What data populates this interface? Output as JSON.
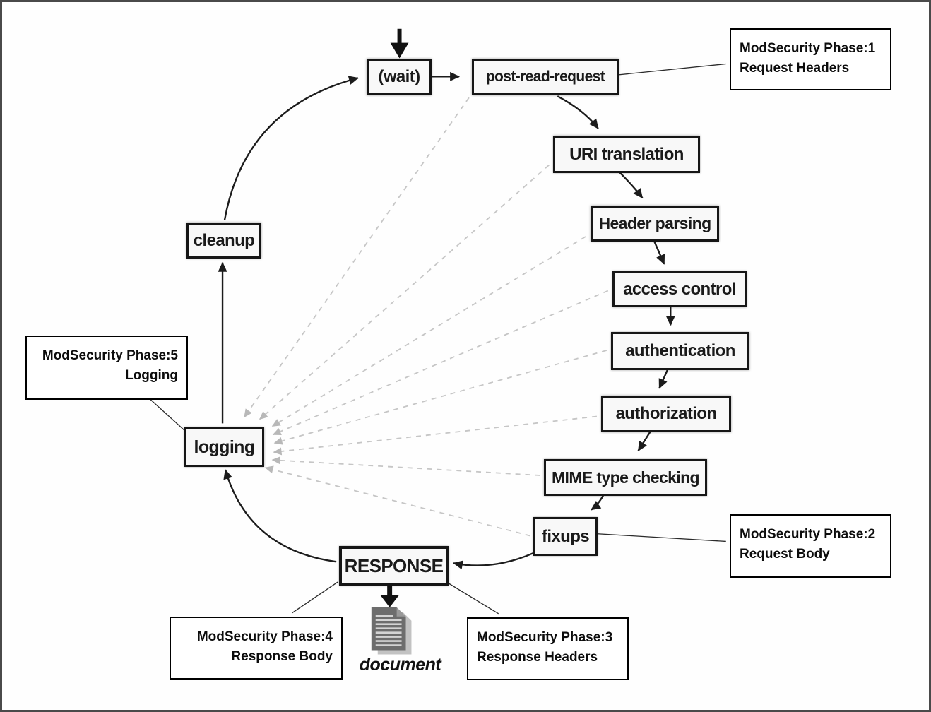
{
  "diagram": {
    "subject": "Apache request cycle with ModSecurity processing phases"
  },
  "colors": {
    "frame_border": "#4a4a4a",
    "edge": "#1c1c1c",
    "dashed_edge": "#c6c6c6",
    "dashed_arrowhead": "#b8b8b8",
    "node_bg": "#f8f8f8",
    "node_border": "#161616",
    "callout_bg": "#ffffff",
    "document_page": "#6d6d6d",
    "document_shadow": "#c2c2c2"
  },
  "nodes": {
    "wait": {
      "label": "(wait)"
    },
    "post_read_request": {
      "label": "post-read-request"
    },
    "uri_translation": {
      "label": "URI translation"
    },
    "header_parsing": {
      "label": "Header parsing"
    },
    "access_control": {
      "label": "access control"
    },
    "authentication": {
      "label": "authentication"
    },
    "authorization": {
      "label": "authorization"
    },
    "mime_type_checking": {
      "label": "MIME type checking"
    },
    "fixups": {
      "label": "fixups"
    },
    "response": {
      "label": "RESPONSE"
    },
    "logging": {
      "label": "logging"
    },
    "cleanup": {
      "label": "cleanup"
    },
    "document": {
      "label": "document"
    }
  },
  "callouts": {
    "phase1": {
      "line1": "ModSecurity Phase:1",
      "line2": "Request Headers"
    },
    "phase2": {
      "line1": "ModSecurity Phase:2",
      "line2": "Request Body"
    },
    "phase3": {
      "line1": "ModSecurity Phase:3",
      "line2": "Response Headers"
    },
    "phase4": {
      "line1": "ModSecurity Phase:4",
      "line2": "Response Body"
    },
    "phase5": {
      "line1": "ModSecurity Phase:5",
      "line2": "Logging"
    }
  },
  "edges": {
    "flow": [
      {
        "from": "start",
        "to": "(wait)"
      },
      {
        "from": "(wait)",
        "to": "post-read-request"
      },
      {
        "from": "post-read-request",
        "to": "URI translation"
      },
      {
        "from": "URI translation",
        "to": "Header parsing"
      },
      {
        "from": "Header parsing",
        "to": "access control"
      },
      {
        "from": "access control",
        "to": "authentication"
      },
      {
        "from": "authentication",
        "to": "authorization"
      },
      {
        "from": "authorization",
        "to": "MIME type checking"
      },
      {
        "from": "MIME type checking",
        "to": "fixups"
      },
      {
        "from": "fixups",
        "to": "RESPONSE"
      },
      {
        "from": "RESPONSE",
        "to": "logging"
      },
      {
        "from": "RESPONSE",
        "to": "document"
      },
      {
        "from": "logging",
        "to": "cleanup"
      },
      {
        "from": "cleanup",
        "to": "(wait)"
      }
    ],
    "dashed_to_logging": [
      "post-read-request",
      "URI translation",
      "Header parsing",
      "access control",
      "authentication",
      "authorization",
      "MIME type checking",
      "fixups"
    ],
    "callout_links": [
      {
        "callout": "phase1",
        "node": "post-read-request"
      },
      {
        "callout": "phase2",
        "node": "fixups"
      },
      {
        "callout": "phase3",
        "node": "RESPONSE"
      },
      {
        "callout": "phase4",
        "node": "RESPONSE"
      },
      {
        "callout": "phase5",
        "node": "logging"
      }
    ]
  }
}
